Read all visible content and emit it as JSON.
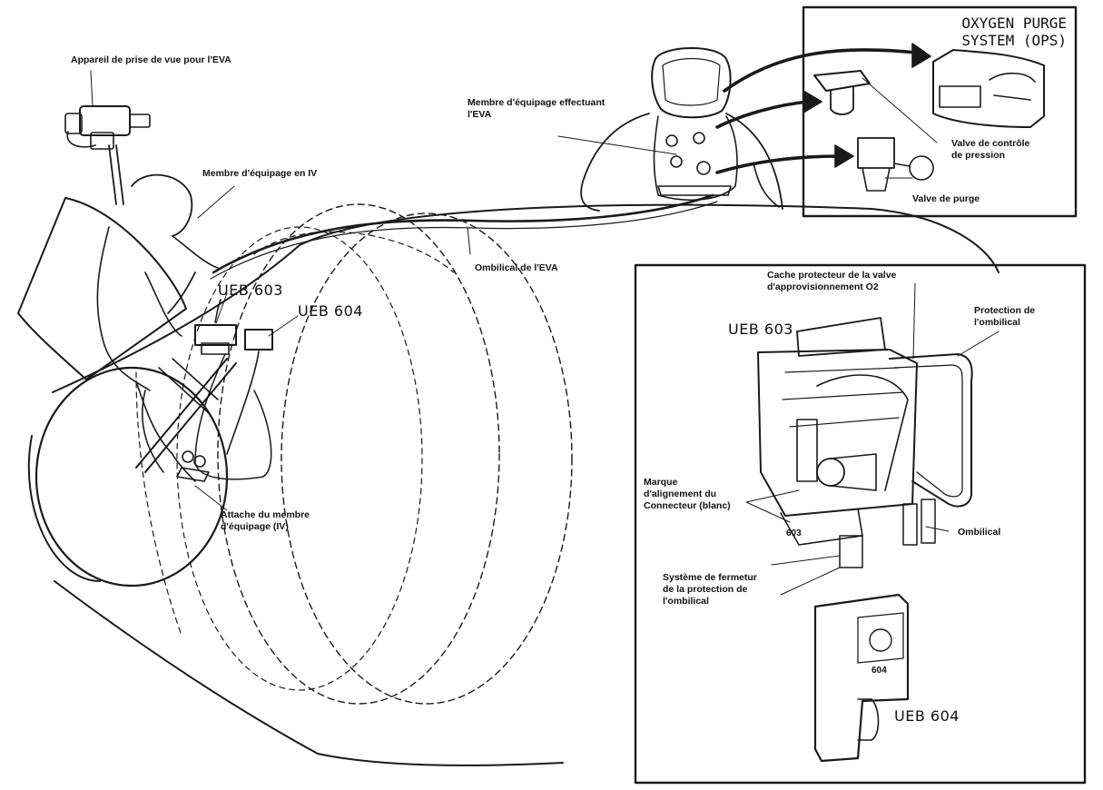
{
  "labels": {
    "camera": "Appareil de prise de vue pour l'EVA",
    "iv_crew": "Membre d'équipage en IV",
    "eva_crew": "Membre d'équipage effectuant\nl'EVA",
    "umbilical_eva": "Ombilical de l'EVA",
    "crew_tether": "Attache du membre\nd'équipage (IV)",
    "ueb603_left": "UEB 603",
    "ueb604_left": "UEB 604"
  },
  "ops_box": {
    "title": "OXYGEN PURGE\nSYSTEM (OPS)",
    "pressure_valve": "Valve de contrôle\nde pression",
    "purge_valve": "Valve de purge"
  },
  "detail_box": {
    "cover": "Cache protecteur de la valve\nd'approvisionnement O2",
    "umbilical_protection": "Protection de\nl'ombilical",
    "ueb603": "UEB 603",
    "alignment_mark": "Marque\nd'alignement du\nConnecteur (blanc)",
    "umbilical": "Ombilical",
    "closure_system": "Système de fermetur\nde la protection de\nl'ombilical",
    "ueb604": "UEB 604",
    "plate_603": "603",
    "plate_604": "604"
  }
}
